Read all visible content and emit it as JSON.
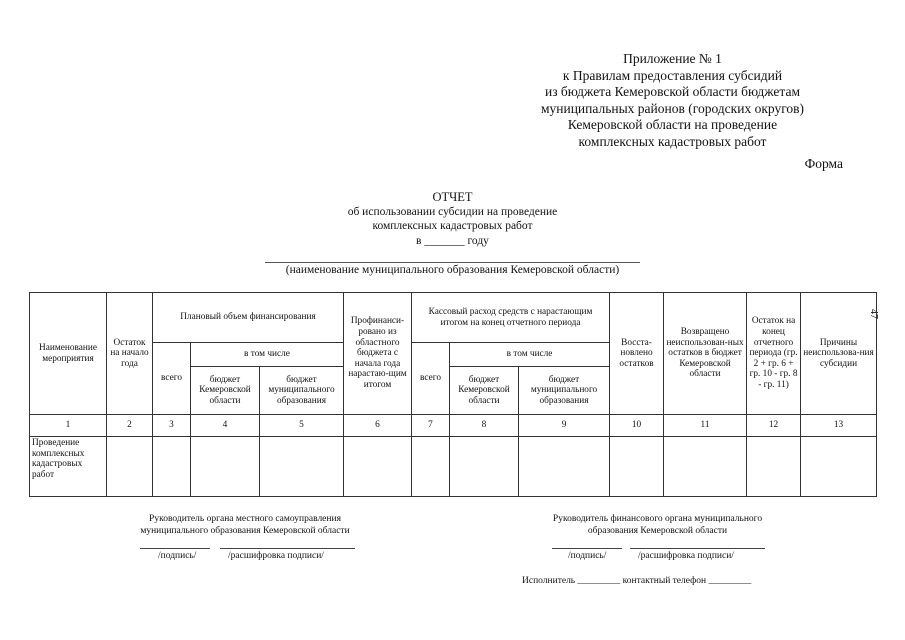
{
  "appendix": {
    "lines": [
      "Приложение № 1",
      "к Правилам предоставления субсидий",
      "из бюджета Кемеровской области бюджетам",
      "муниципальных районов (городских округов)",
      "Кемеровской области на проведение",
      "комплексных кадастровых работ"
    ],
    "form_label": "Форма"
  },
  "report": {
    "title": "ОТЧЕТ",
    "subtitle1": "об использовании субсидии на проведение",
    "subtitle2": "комплексных кадастровых работ",
    "year_line": "в _______ году",
    "org_caption": "(наименование муниципального образования Кемеровской области)"
  },
  "page_number": "47",
  "table": {
    "headers": {
      "name": "Наименование мероприятия",
      "balance_start": "Остаток на начало года",
      "planned": "Плановый объем финансирования",
      "planned_total": "всего",
      "including": "в том числе",
      "planned_regional": "бюджет Кемеровской области",
      "planned_municipal": "бюджет муниципального образования",
      "prefinanced": "Профинанси-ровано из областного бюджета с начала года нарастаю-щим итогом",
      "cash": "Кассовый расход средств с нарастающим итогом на конец отчетного периода",
      "cash_total": "всего",
      "cash_including": "в том числе",
      "cash_regional": "бюджет Кемеровской области",
      "cash_municipal": "бюджет муниципального образования",
      "restored": "Восста-новлено остатков",
      "returned": "Возвращено неиспользован-ных остатков в бюджет Кемеровской области",
      "balance_end": "Остаток на конец отчетного периода (гр. 2 + гр. 6 + гр. 10 - гр. 8 - гр. 11)",
      "reasons": "Причины неиспользова-ния субсидии"
    },
    "column_numbers": [
      "1",
      "2",
      "3",
      "4",
      "5",
      "6",
      "7",
      "8",
      "9",
      "10",
      "11",
      "12",
      "13"
    ],
    "rows": [
      {
        "name": "Проведение комплексных кадастровых работ"
      }
    ]
  },
  "signatures": {
    "left": {
      "line1": "Руководитель органа местного самоуправления",
      "line2": "муниципального образования Кемеровской области",
      "sign": "/подпись/",
      "decode": "/расшифровка подписи/"
    },
    "right": {
      "line1": "Руководитель финансового органа муниципального",
      "line2": "образования Кемеровской области",
      "sign": "/подпись/",
      "decode": "/расшифровка подписи/"
    },
    "executor": "Исполнитель _________ контактный телефон _________"
  }
}
